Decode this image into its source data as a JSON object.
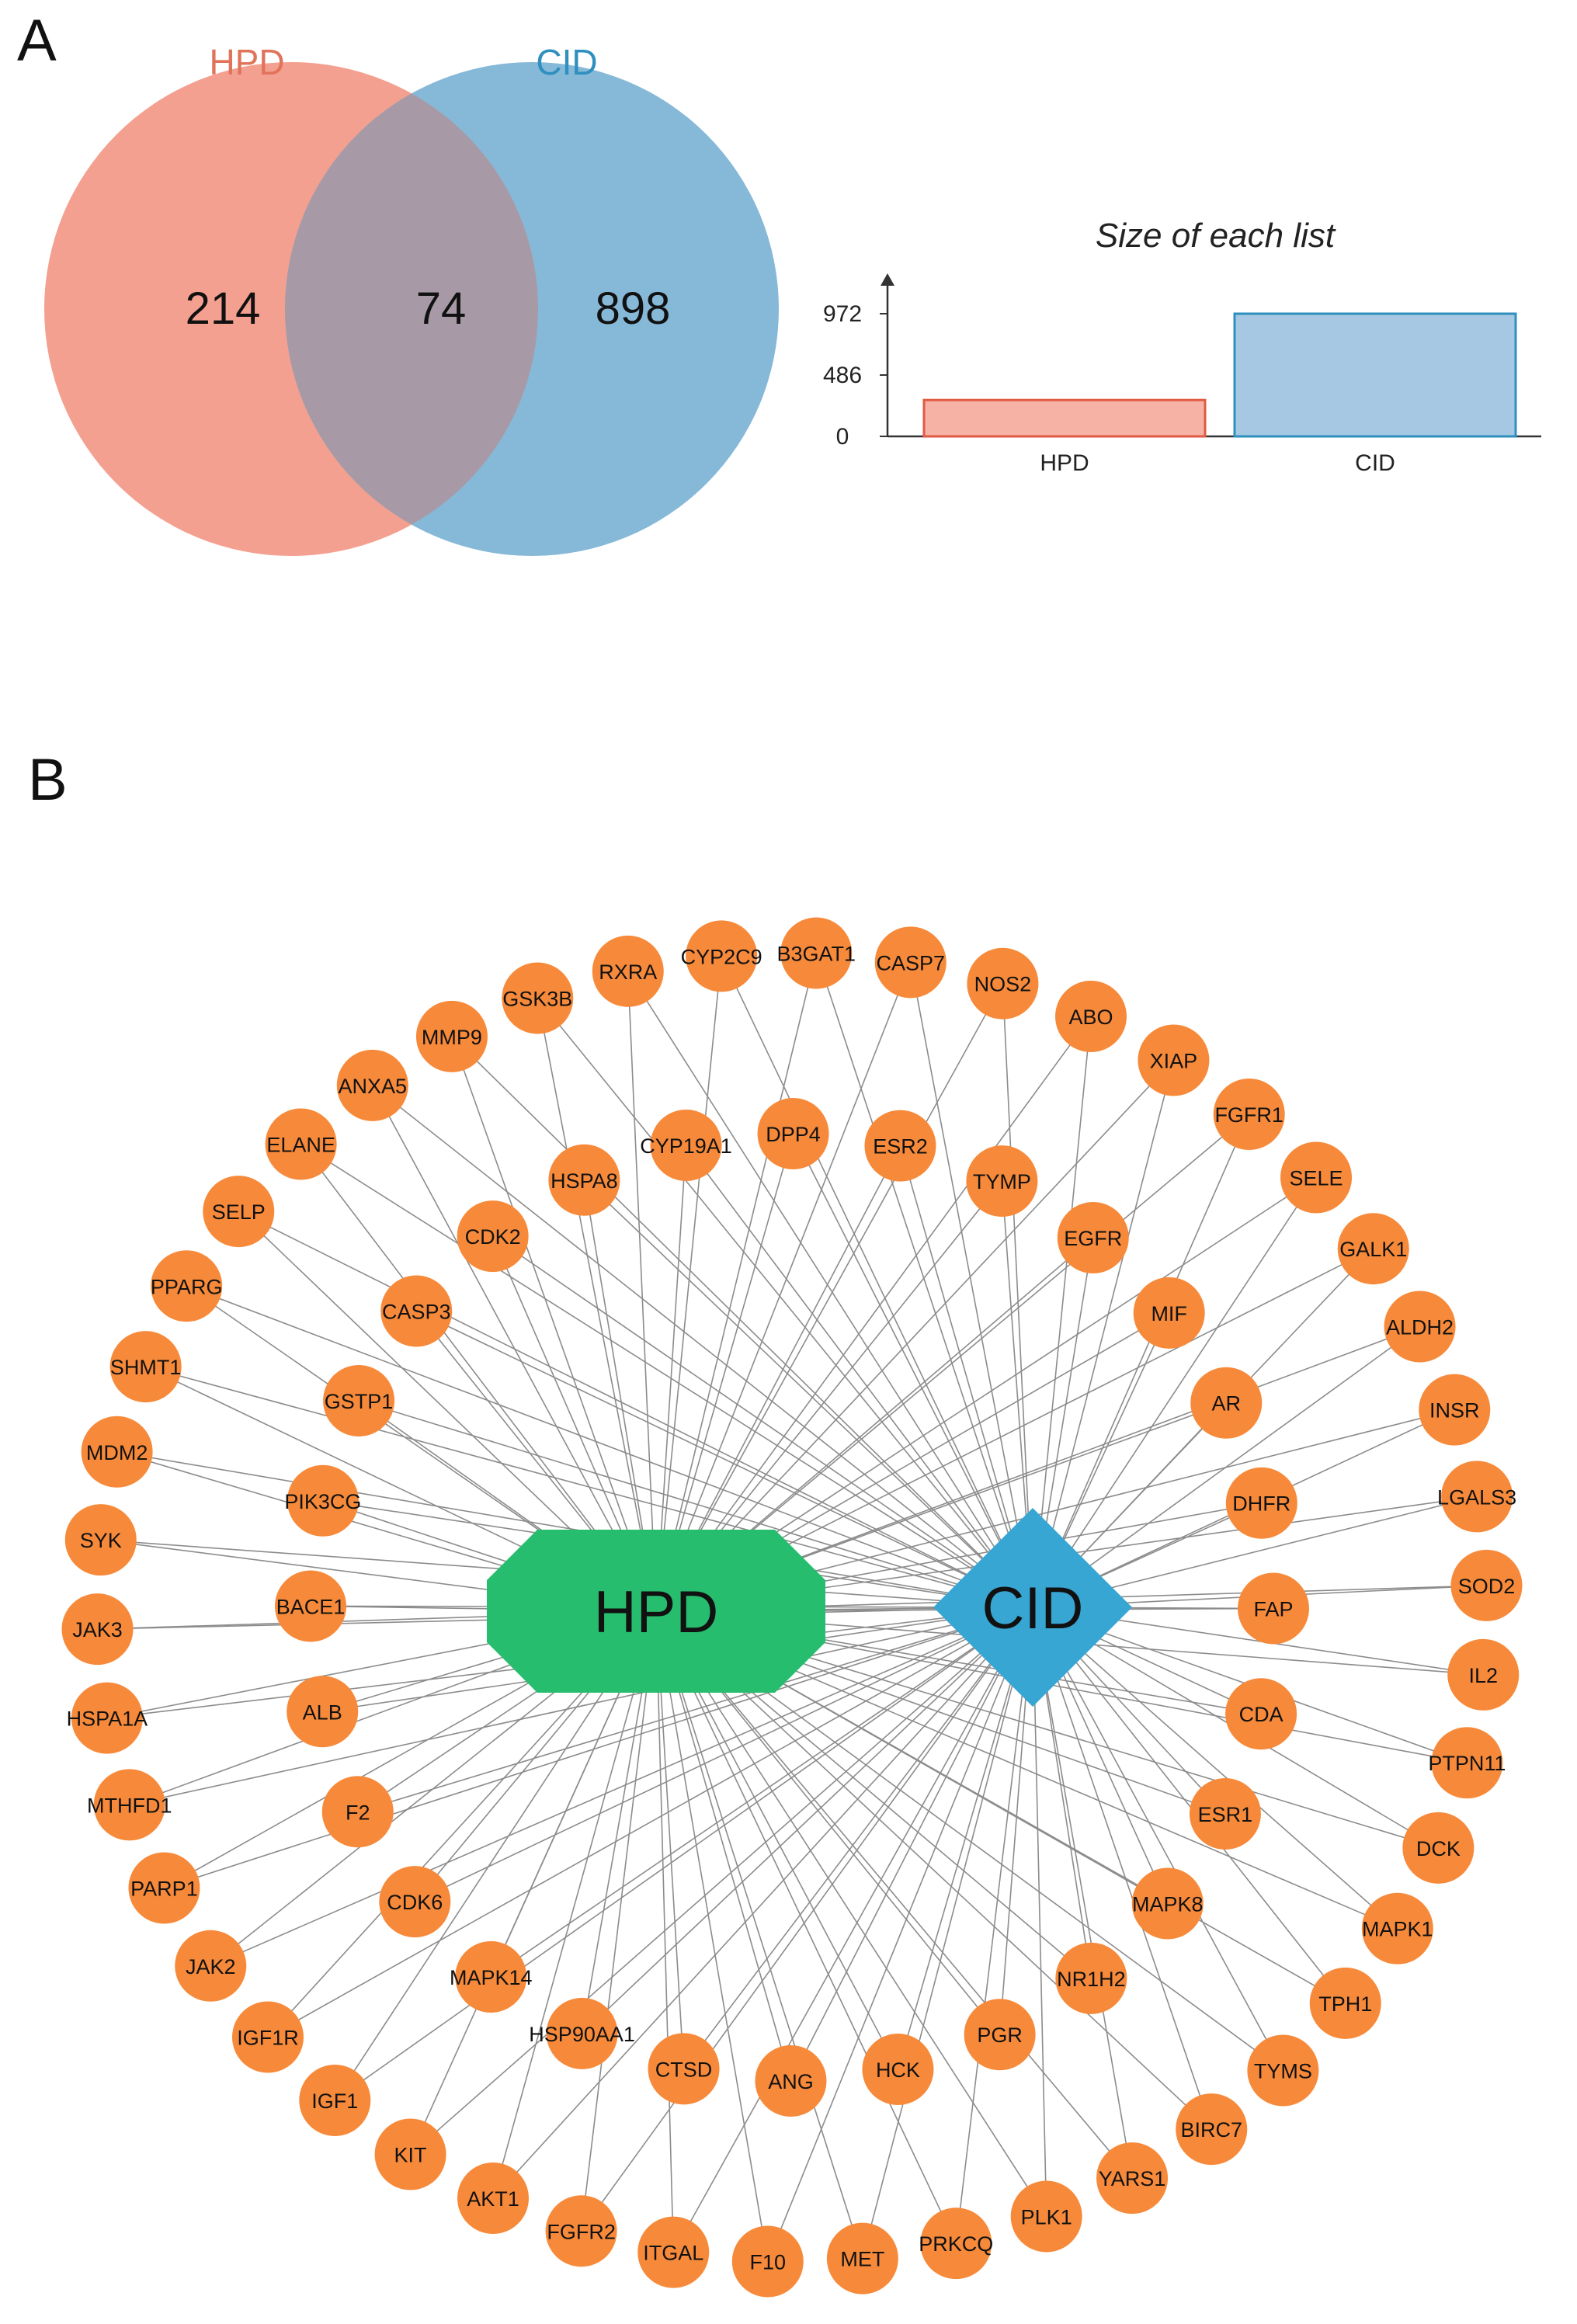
{
  "panels": {
    "a": "A",
    "b": "B"
  },
  "colors": {
    "hpd_fill": "#f4a090",
    "hpd_text": "#e0735a",
    "cid_fill": "#86b8d8",
    "cid_text": "#2f8fbf",
    "overlap_fill": "#a79aa6",
    "bar_hpd_fill": "#f5b2a5",
    "bar_hpd_stroke": "#e05a45",
    "bar_cid_fill": "#a6c8e2",
    "bar_cid_stroke": "#2f8fbf",
    "node_fill": "#f78a3a",
    "hpd_hub_fill": "#27bd6e",
    "cid_hub_fill": "#38a6d2",
    "edge": "#8c8c8c"
  },
  "venn": {
    "set_a_label": "HPD",
    "set_b_label": "CID",
    "only_a": "214",
    "overlap": "74",
    "only_b": "898"
  },
  "chart_data": {
    "type": "bar",
    "title": "Size of each list",
    "categories": [
      "HPD",
      "CID"
    ],
    "values": [
      288,
      972
    ],
    "yticks": [
      "0",
      "486",
      "972"
    ],
    "ylim": [
      0,
      972
    ],
    "grid": false
  },
  "network": {
    "hubs": {
      "hpd": "HPD",
      "cid": "CID"
    },
    "outer_nodes": [
      "B3GAT1",
      "CASP7",
      "NOS2",
      "ABO",
      "XIAP",
      "FGFR1",
      "SELE",
      "GALK1",
      "ALDH2",
      "INSR",
      "LGALS3",
      "SOD2",
      "IL2",
      "PTPN11",
      "DCK",
      "MAPK1",
      "TPH1",
      "TYMS",
      "BIRC7",
      "YARS1",
      "PLK1",
      "PRKCQ",
      "MET",
      "F10",
      "ITGAL",
      "FGFR2",
      "AKT1",
      "KIT",
      "IGF1",
      "IGF1R",
      "JAK2",
      "PARP1",
      "MTHFD1",
      "HSPA1A",
      "JAK3",
      "SYK",
      "MDM2",
      "SHMT1",
      "PPARG",
      "SELP",
      "ELANE",
      "ANXA5",
      "MMP9",
      "GSK3B",
      "RXRA",
      "CYP2C9"
    ],
    "inner_nodes": [
      "ESR2",
      "TYMP",
      "EGFR",
      "MIF",
      "AR",
      "DHFR",
      "FAP",
      "CDA",
      "ESR1",
      "MAPK8",
      "NR1H2",
      "PGR",
      "HCK",
      "ANG",
      "CTSD",
      "HSP90AA1",
      "MAPK14",
      "CDK6",
      "F2",
      "ALB",
      "BACE1",
      "PIK3CG",
      "GSTP1",
      "CASP3",
      "CDK2",
      "HSPA8",
      "CYP19A1",
      "DPP4"
    ]
  }
}
